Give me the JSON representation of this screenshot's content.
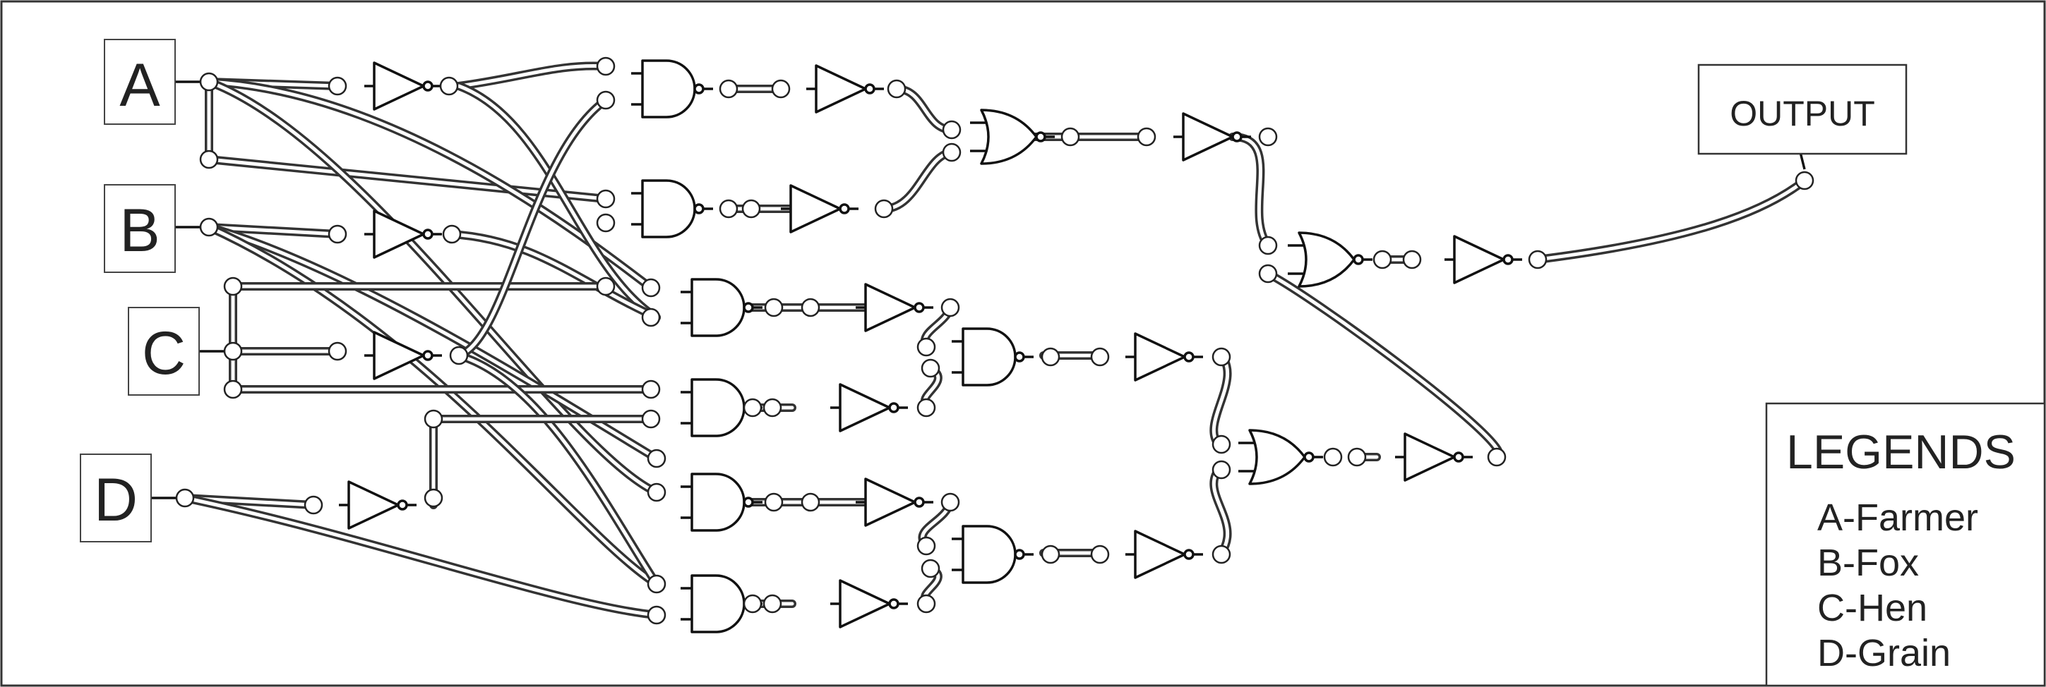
{
  "inputs": [
    {
      "id": "A",
      "label": "A"
    },
    {
      "id": "B",
      "label": "B"
    },
    {
      "id": "C",
      "label": "C"
    },
    {
      "id": "D",
      "label": "D"
    }
  ],
  "output": {
    "label": "OUTPUT"
  },
  "legend": {
    "title": "LEGENDS",
    "items": [
      "A-Farmer",
      "B-Fox",
      "C-Hen",
      "D-Grain"
    ]
  },
  "gates": [
    {
      "id": "not-a",
      "type": "NOT"
    },
    {
      "id": "not-b",
      "type": "NOT"
    },
    {
      "id": "not-c",
      "type": "NOT"
    },
    {
      "id": "not-d",
      "type": "NOT"
    },
    {
      "id": "and-1",
      "type": "AND"
    },
    {
      "id": "and-2",
      "type": "AND"
    },
    {
      "id": "and-3",
      "type": "AND"
    },
    {
      "id": "and-4",
      "type": "AND"
    },
    {
      "id": "and-5",
      "type": "AND"
    },
    {
      "id": "and-6",
      "type": "AND"
    },
    {
      "id": "and-7",
      "type": "AND"
    },
    {
      "id": "and-8",
      "type": "AND"
    },
    {
      "id": "or-1",
      "type": "OR"
    },
    {
      "id": "or-2",
      "type": "OR"
    },
    {
      "id": "or-3",
      "type": "OR"
    },
    {
      "id": "not-and-1",
      "type": "NOT"
    },
    {
      "id": "not-and-2",
      "type": "NOT"
    },
    {
      "id": "not-and-3",
      "type": "NOT"
    },
    {
      "id": "not-and-4",
      "type": "NOT"
    },
    {
      "id": "not-and-5",
      "type": "NOT"
    },
    {
      "id": "not-and-6",
      "type": "NOT"
    },
    {
      "id": "not-and-7",
      "type": "NOT"
    },
    {
      "id": "not-and-8",
      "type": "NOT"
    },
    {
      "id": "not-or-1",
      "type": "NOT"
    },
    {
      "id": "not-or-2",
      "type": "NOT"
    },
    {
      "id": "not-or-3",
      "type": "NOT"
    }
  ]
}
